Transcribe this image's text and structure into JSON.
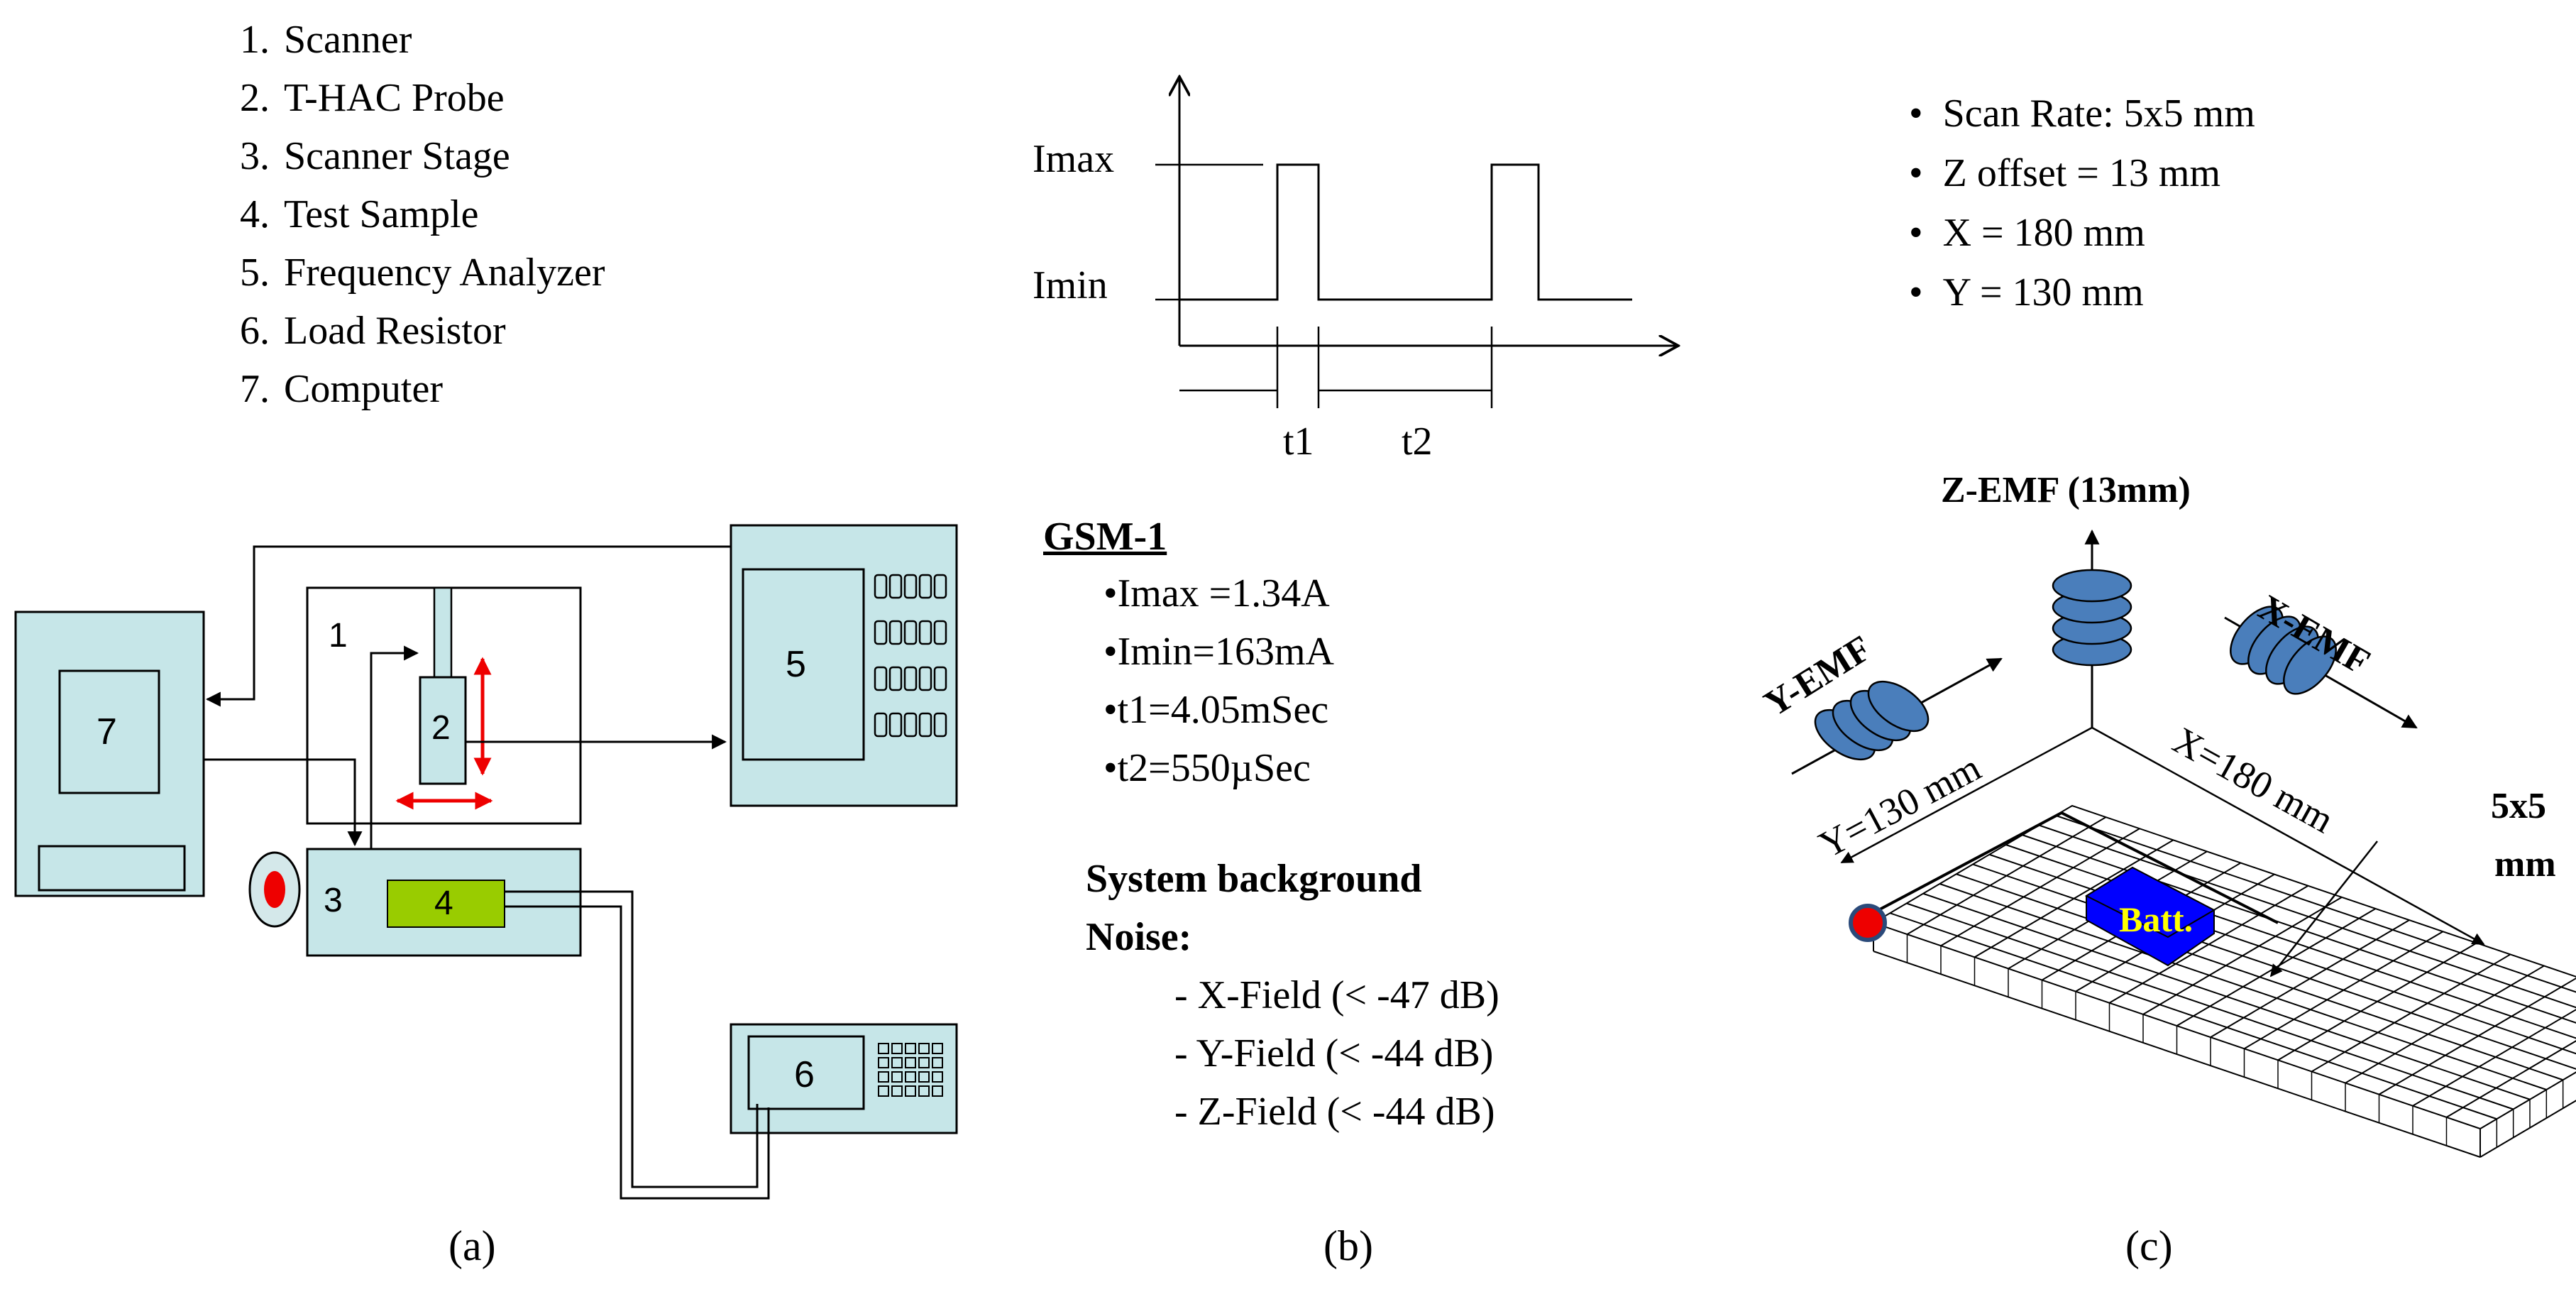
{
  "panel_a": {
    "legend": [
      {
        "num": "1.",
        "label": "Scanner"
      },
      {
        "num": "2.",
        "label": "T-HAC Probe"
      },
      {
        "num": "3.",
        "label": "Scanner Stage"
      },
      {
        "num": "4.",
        "label": "Test Sample"
      },
      {
        "num": "5.",
        "label": "Frequency Analyzer"
      },
      {
        "num": "6.",
        "label": "Load Resistor"
      },
      {
        "num": "7.",
        "label": "Computer"
      }
    ],
    "box_labels": {
      "computer": "7",
      "scanner": "1",
      "probe": "2",
      "stage": "3",
      "sample": "4",
      "analyzer": "5",
      "resistor": "6"
    },
    "caption": "(a)"
  },
  "panel_b": {
    "waveform": {
      "imax_label": "Imax",
      "imin_label": "Imin",
      "t1_label": "t1",
      "t2_label": "t2"
    },
    "gsm_title": "GSM-1",
    "gsm_params": [
      "•Imax =1.34A",
      "•Imin=163mA",
      "•t1=4.05mSec",
      "•t2=550µSec"
    ],
    "noise_title_line1": "System background",
    "noise_title_line2": "Noise:",
    "noise_items": [
      "-  X-Field (< -47 dB)",
      "-  Y-Field (< -44 dB)",
      "-  Z-Field (< -44 dB)"
    ],
    "caption": "(b)"
  },
  "panel_c": {
    "bullets": [
      "Scan Rate: 5x5 mm",
      "Z offset = 13 mm",
      "X = 180 mm",
      "Y = 130 mm"
    ],
    "z_emf": "Z-EMF (13mm)",
    "x_emf": "X-EMF",
    "y_emf": "Y-EMF",
    "x_dim": "X=180 mm",
    "y_dim": "Y=130 mm",
    "grid_label_line1": "5x5",
    "grid_label_line2": "mm",
    "battery": "Batt.",
    "caption": "(c)"
  },
  "colors": {
    "panel_fill": "#c6e6e8",
    "sample_green": "#99cc00",
    "arrow_red": "#ee0000",
    "coil_blue": "#4a7ebb",
    "battery_blue": "#0000ff",
    "battery_text": "#ffff00"
  }
}
